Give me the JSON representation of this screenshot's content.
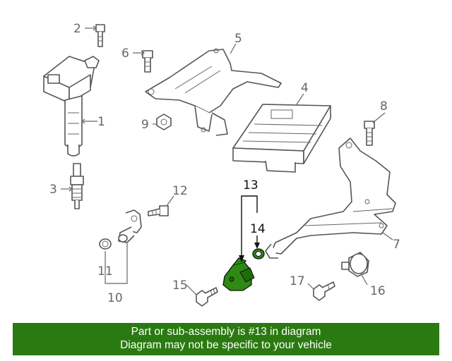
{
  "diagram": {
    "highlight_color": "#2e8a12",
    "callouts": [
      {
        "id": "1",
        "label": "1"
      },
      {
        "id": "2",
        "label": "2"
      },
      {
        "id": "3",
        "label": "3"
      },
      {
        "id": "4",
        "label": "4"
      },
      {
        "id": "5",
        "label": "5"
      },
      {
        "id": "6",
        "label": "6"
      },
      {
        "id": "7",
        "label": "7"
      },
      {
        "id": "8",
        "label": "8"
      },
      {
        "id": "9",
        "label": "9"
      },
      {
        "id": "10",
        "label": "10"
      },
      {
        "id": "11",
        "label": "11"
      },
      {
        "id": "12",
        "label": "12"
      },
      {
        "id": "13",
        "label": "13"
      },
      {
        "id": "14",
        "label": "14"
      },
      {
        "id": "15",
        "label": "15"
      },
      {
        "id": "16",
        "label": "16"
      },
      {
        "id": "17",
        "label": "17"
      }
    ]
  },
  "banner": {
    "background": "#2b7a11",
    "line1": "Part or sub-assembly is #13 in diagram",
    "line2": "Diagram may not be specific to your vehicle"
  }
}
